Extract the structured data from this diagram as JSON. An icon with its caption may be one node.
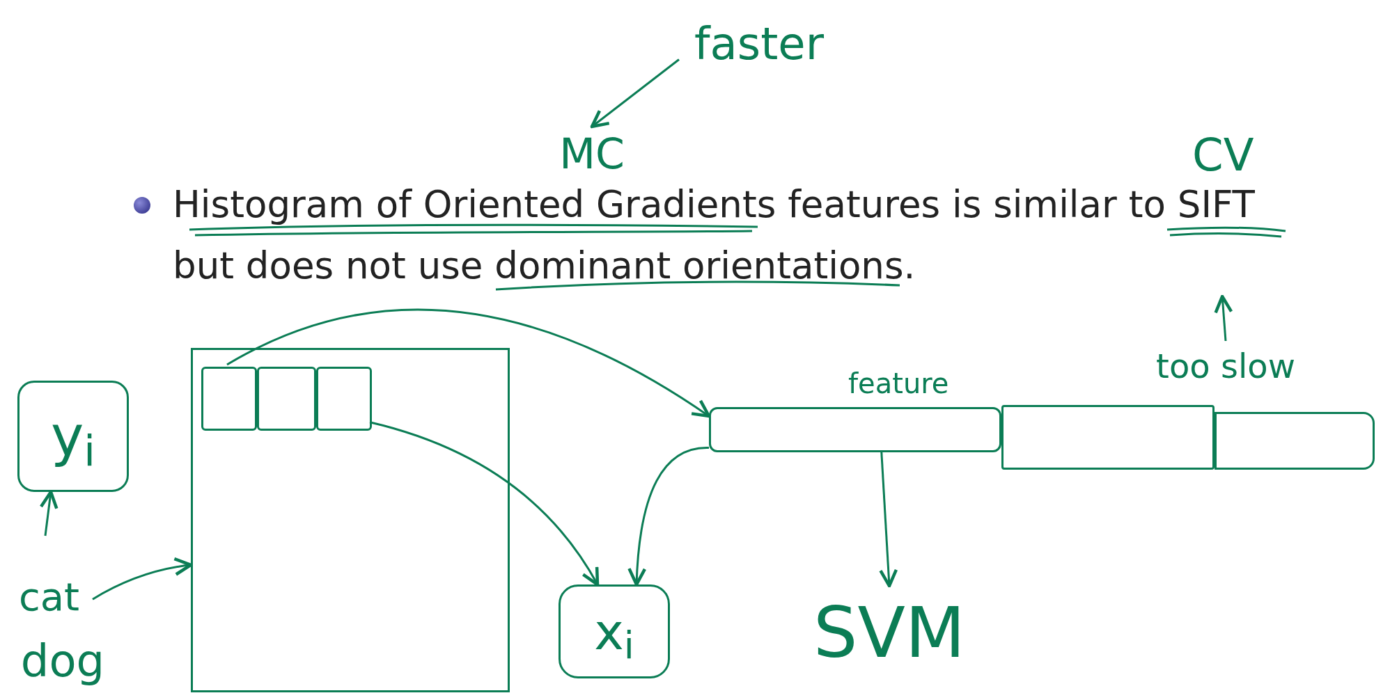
{
  "diagram": {
    "nodes": [
      {
        "text": [
          "faster"
        ]
      },
      {
        "text": [
          "MC"
        ]
      },
      {
        "text": [
          "Histogram of Oriented Gradients features is similar to SIFT but does not use dominant orientations."
        ]
      },
      {
        "text": [
          "too slow"
        ]
      },
      {
        "text": [
          "y$_{i}$"
        ]
      },
      {
        "text": [],
        "shape": "box"
      },
      {
        "text": [],
        "shape": "box",
        "in": 5
      },
      {
        "text": [],
        "shape": "box",
        "in": 5
      },
      {
        "text": [],
        "shape": "box",
        "in": 5
      },
      {
        "text": [
          "cat"
        ]
      },
      {
        "text": [
          "dog"
        ]
      },
      {
        "text": [
          "feature"
        ]
      },
      {
        "text": [],
        "shape": "box"
      },
      {
        "text": [],
        "shape": "box"
      },
      {
        "text": [
          "x$_{i}$"
        ]
      },
      {
        "text": [
          "SVM"
        ]
      }
    ],
    "edges": [
      {
        "from": 0,
        "to": 1,
        "arrow": "to"
      },
      {
        "from": 3,
        "to": 2,
        "arrow": "to"
      },
      {
        "from": null,
        "to": 4,
        "arrow": "to"
      },
      {
        "from": 9,
        "to": 5,
        "arrow": "to"
      },
      {
        "from": 6,
        "to": 11,
        "arrow": "to"
      },
      {
        "from": 8,
        "to": 14,
        "arrow": "to"
      },
      {
        "from": 11,
        "to": 14,
        "arrow": "to"
      },
      {
        "from": 11,
        "to": 15,
        "arrow": "to"
      }
    ],
    "labels": [
      "CV"
    ]
  }
}
